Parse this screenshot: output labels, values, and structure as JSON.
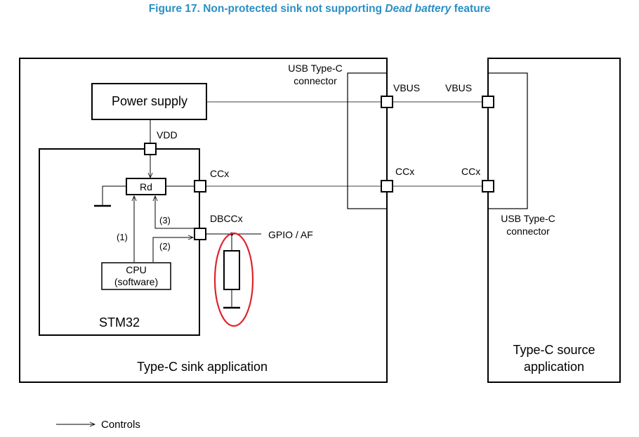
{
  "figure": {
    "number": "Figure 17.",
    "title_pre": "Non-protected sink not supporting",
    "title_emph": "Dead battery",
    "title_post": "feature"
  },
  "labels": {
    "power_supply": "Power supply",
    "vdd": "VDD",
    "rd": "Rd",
    "ccx_stm": "CCx",
    "dbccx": "DBCCx",
    "gpio_af": "GPIO / AF",
    "cpu_line1": "CPU",
    "cpu_line2": "(software)",
    "stm32": "STM32",
    "sink_app": "Type-C sink application",
    "conn_sink_line1": "USB Type-C",
    "conn_sink_line2": "connector",
    "vbus_sink": "VBUS",
    "vbus_source": "VBUS",
    "ccx_sink_conn": "CCx",
    "ccx_source_conn": "CCx",
    "conn_source_line1": "USB Type-C",
    "conn_source_line2": "connector",
    "source_line1": "Type-C source",
    "source_line2": "application",
    "arrow1": "(1)",
    "arrow2": "(2)",
    "arrow3": "(3)"
  },
  "legend": {
    "controls": "Controls"
  },
  "colors": {
    "title": "#2b8fc4",
    "highlight": "#e0242b"
  }
}
